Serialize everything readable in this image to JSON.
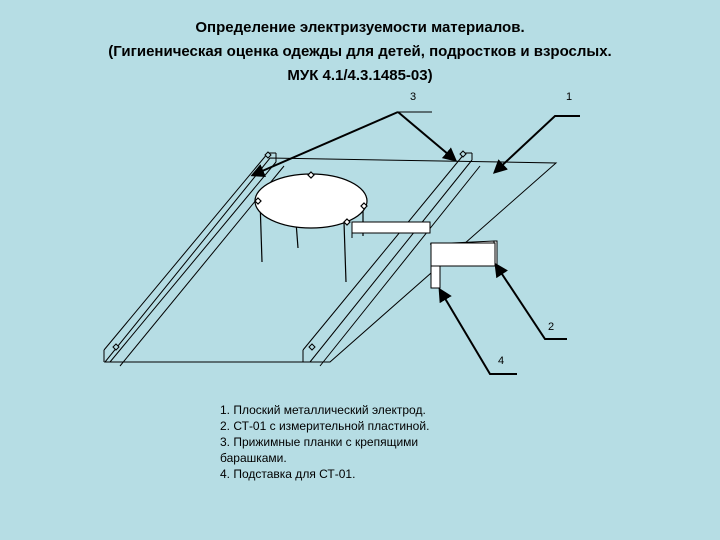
{
  "title": {
    "line1": "Определение электризуемости  материалов.",
    "line2": "(Гигиеническая оценка одежды для детей, подростков и взрослых.",
    "line3": "МУК 4.1/4.3.1485-03)"
  },
  "callouts": {
    "c1": "1",
    "c2": "2",
    "c3": "3",
    "c4": "4"
  },
  "legend": [
    "1. Плоский металлический электрод.",
    "2. СТ-01 с измерительной пластиной.",
    "3. Прижимные планки с крепящими",
    "барашками.",
    "4. Подставка для СТ-01."
  ]
}
